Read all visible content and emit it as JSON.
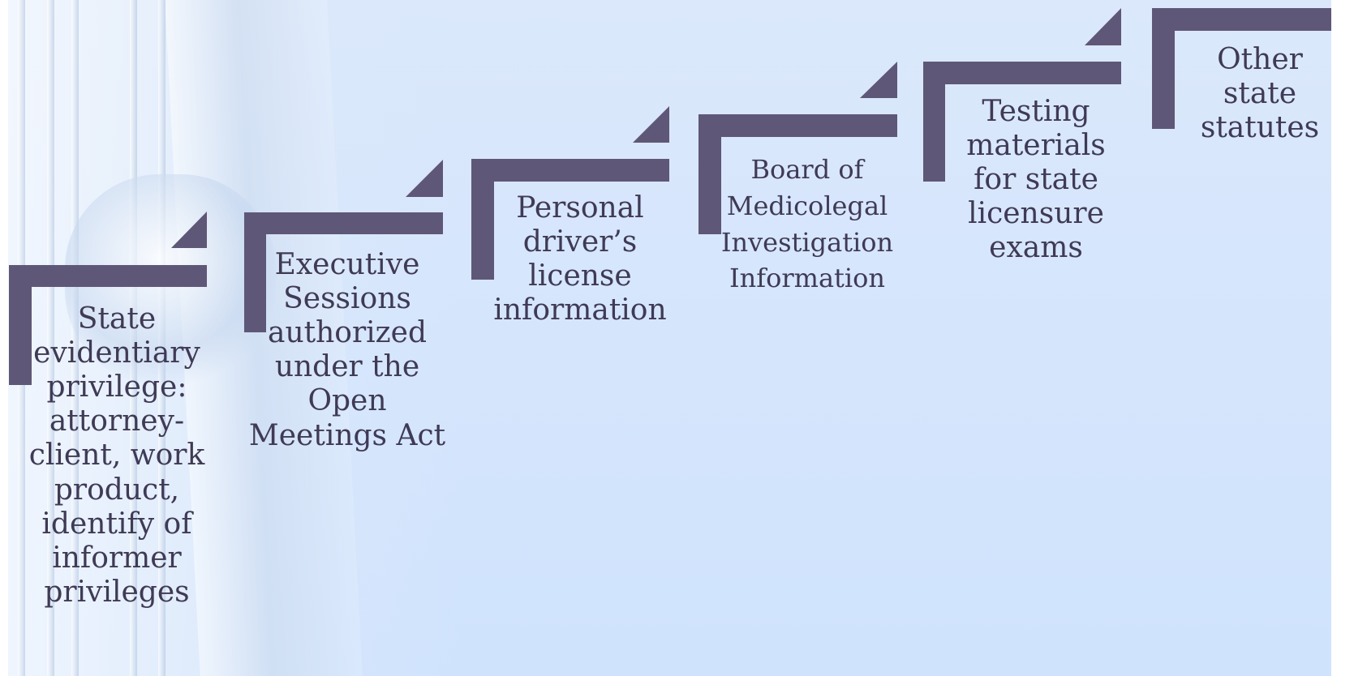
{
  "diagram": {
    "steps": [
      {
        "label": "State\nevidentiary\nprivilege:\nattorney-\nclient, work\nproduct,\nidentify of\ninformer\nprivileges"
      },
      {
        "label": "Executive\nSessions\nauthorized\nunder the\nOpen\nMeetings Act"
      },
      {
        "label": "Personal\ndriver’s\nlicense\ninformation"
      },
      {
        "label": "Board of\nMedicolegal\nInvestigation\nInformation"
      },
      {
        "label": "Testing\nmaterials\nfor state\nlicensure\nexams"
      },
      {
        "label": "Other\nstate\nstatutes"
      }
    ],
    "colors": {
      "shape": "#5f5777",
      "text": "#3f3a55",
      "background": "#d6e6fc"
    }
  }
}
